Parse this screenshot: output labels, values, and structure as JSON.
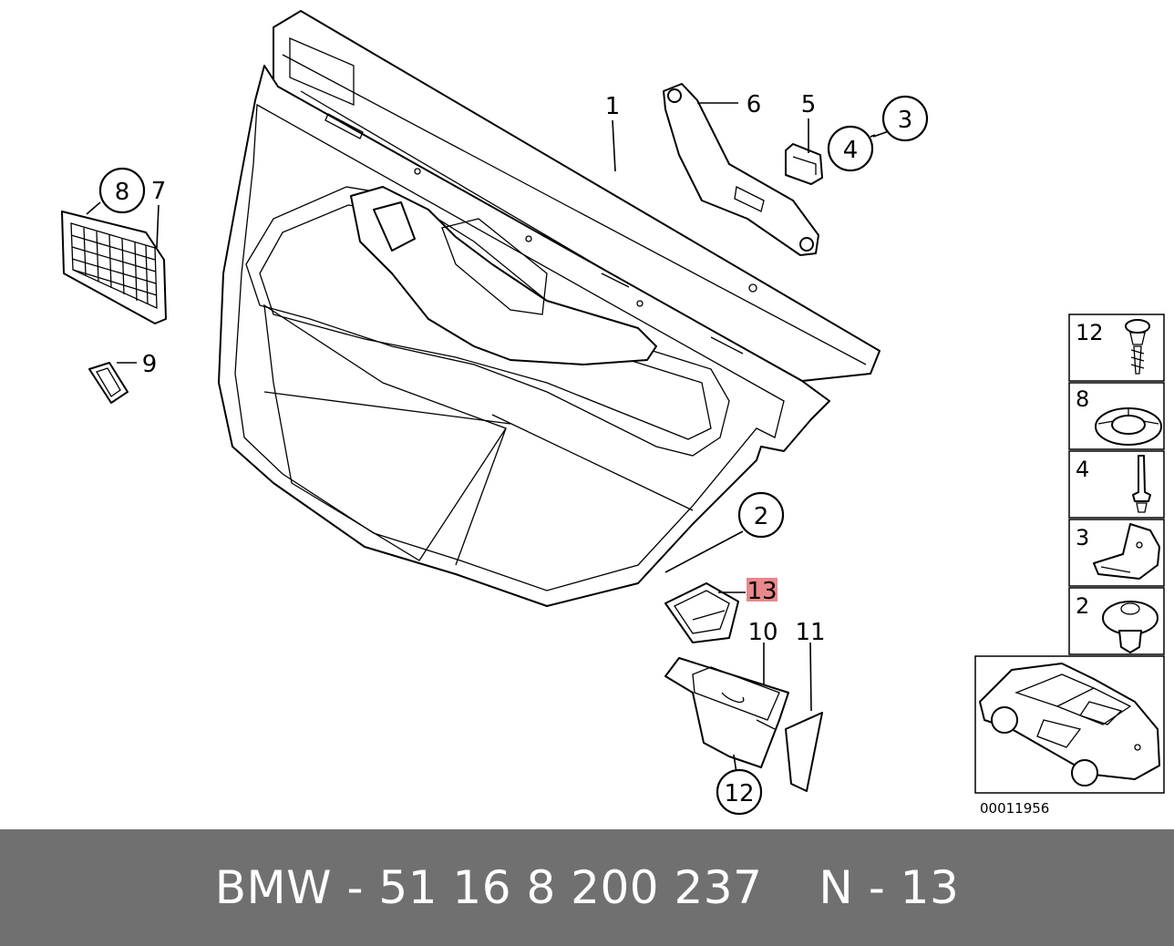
{
  "diagram": {
    "code": "00011956",
    "callouts": [
      {
        "id": "c1",
        "text": "1"
      },
      {
        "id": "c2",
        "text": "2"
      },
      {
        "id": "c3",
        "text": "3"
      },
      {
        "id": "c4",
        "text": "4"
      },
      {
        "id": "c5",
        "text": "5"
      },
      {
        "id": "c6",
        "text": "6"
      },
      {
        "id": "c7",
        "text": "7"
      },
      {
        "id": "c8",
        "text": "8"
      },
      {
        "id": "c9",
        "text": "9"
      },
      {
        "id": "c10",
        "text": "10"
      },
      {
        "id": "c11",
        "text": "11"
      },
      {
        "id": "c12",
        "text": "12"
      },
      {
        "id": "c13",
        "text": "13",
        "highlighted": true
      }
    ],
    "highlight_color": "#e8888a",
    "legend": [
      {
        "text": "12"
      },
      {
        "text": "8"
      },
      {
        "text": "4"
      },
      {
        "text": "3"
      },
      {
        "text": "2"
      }
    ]
  },
  "footer": {
    "part_label": "BMW - 51 16 8 200 237",
    "position_label": "N - 13",
    "background": "#707070"
  }
}
